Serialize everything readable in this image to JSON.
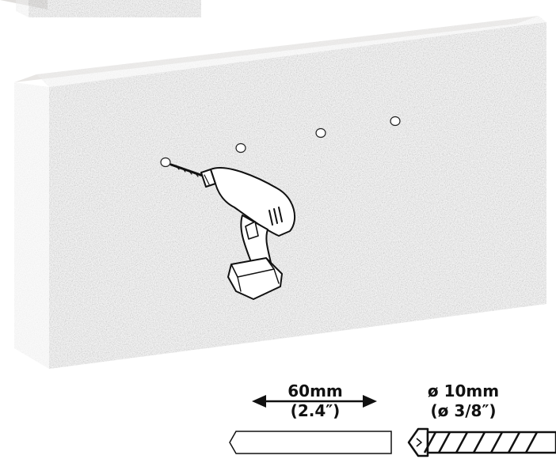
{
  "drill_depth": {
    "metric": "60mm",
    "imperial": "(2.4″)"
  },
  "drill_bit": {
    "metric": "ø 10mm",
    "imperial": "(ø 3/8″)"
  },
  "colors": {
    "wall_face": "#9c9a98",
    "wall_side": "#d8d6d4",
    "wall_top": "#e6e4e2",
    "outline": "#111111",
    "drill_body": "#ffffff"
  },
  "icons": [
    "drill-icon",
    "drill-bit-icon",
    "double-arrow-icon",
    "hole-marker-icon"
  ]
}
